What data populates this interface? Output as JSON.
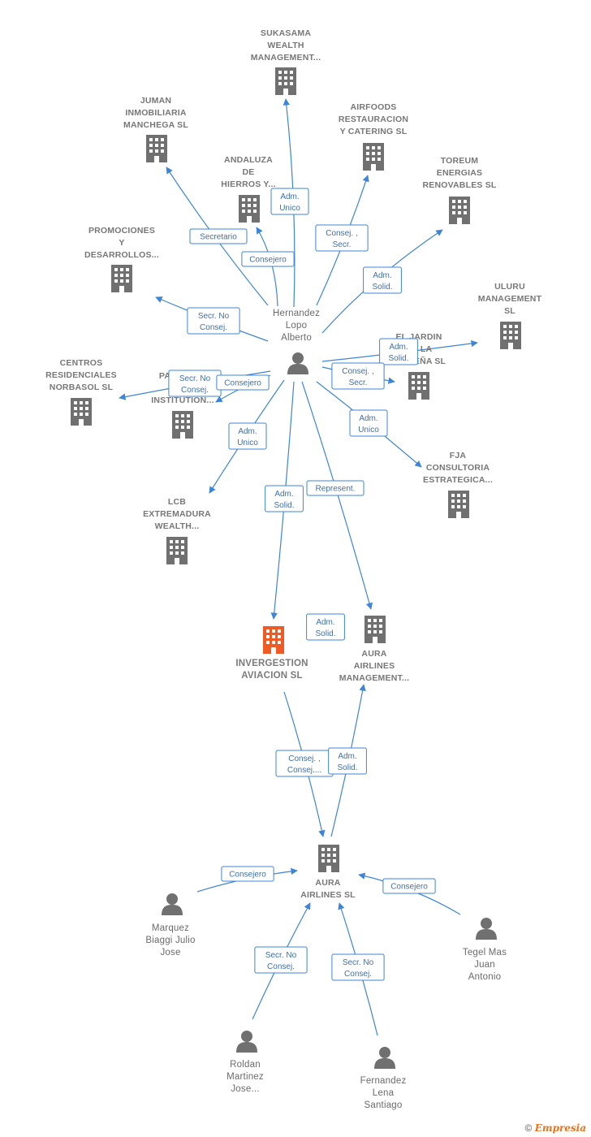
{
  "colors": {
    "edge": "#3d85d6",
    "company_icon": "#707070",
    "main_company_icon": "#f05a24",
    "person_icon": "#707070"
  },
  "nodes": [
    {
      "id": "sukasama",
      "type": "company",
      "lines": [
        "SUKASAMA",
        "WEALTH",
        "MANAGEMENT..."
      ]
    },
    {
      "id": "juman",
      "type": "company",
      "lines": [
        "JUMAN",
        "INMOBILIARIA",
        "MANCHEGA SL"
      ]
    },
    {
      "id": "airfoods",
      "type": "company",
      "lines": [
        "AIRFOODS",
        "RESTAURACION",
        "Y CATERING SL"
      ]
    },
    {
      "id": "andaluza",
      "type": "company",
      "lines": [
        "ANDALUZA",
        "DE",
        "HIERROS Y..."
      ]
    },
    {
      "id": "toreum",
      "type": "company",
      "lines": [
        "TOREUM",
        "ENERGIAS",
        "RENOVABLES SL"
      ]
    },
    {
      "id": "promociones",
      "type": "company",
      "lines": [
        "PROMOCIONES",
        "Y",
        "DESARROLLOS..."
      ]
    },
    {
      "id": "uluru",
      "type": "company",
      "lines": [
        "ULURU",
        "MANAGEMENT",
        "SL"
      ]
    },
    {
      "id": "eljardin",
      "type": "company",
      "lines": [
        "EL JARDIN",
        "DE LA",
        "CIGÜEÑA SL"
      ]
    },
    {
      "id": "centros",
      "type": "company",
      "lines": [
        "CENTROS",
        "RESIDENCIALES",
        "NORBASOL SL"
      ]
    },
    {
      "id": "payments",
      "type": "company",
      "lines": [
        "PAYMENTS",
        "PARA",
        "INSTITUTION..."
      ]
    },
    {
      "id": "fja",
      "type": "company",
      "lines": [
        "FJA",
        "CONSULTORIA",
        "ESTRATEGICA..."
      ]
    },
    {
      "id": "lcb",
      "type": "company",
      "lines": [
        "LCB",
        "EXTREMADURA",
        "WEALTH..."
      ]
    },
    {
      "id": "invergestion",
      "type": "main",
      "lines": [
        "INVERGESTION",
        "AVIACION  SL"
      ]
    },
    {
      "id": "aura_mgmt",
      "type": "company",
      "lines": [
        "AURA",
        "AIRLINES",
        "MANAGEMENT..."
      ]
    },
    {
      "id": "aura_sl",
      "type": "company",
      "lines": [
        "AURA",
        "AIRLINES  SL"
      ]
    },
    {
      "id": "hernandez",
      "type": "person",
      "lines": [
        "Hernandez",
        "Lopo",
        "Alberto"
      ]
    },
    {
      "id": "marquez",
      "type": "person",
      "lines": [
        "Marquez",
        "Biaggi Julio",
        "Jose"
      ]
    },
    {
      "id": "tegel",
      "type": "person",
      "lines": [
        "Tegel Mas",
        "Juan",
        "Antonio"
      ]
    },
    {
      "id": "roldan",
      "type": "person",
      "lines": [
        "Roldan",
        "Martinez",
        "Jose..."
      ]
    },
    {
      "id": "fernandez",
      "type": "person",
      "lines": [
        "Fernandez",
        "Lena",
        "Santiago"
      ]
    }
  ],
  "edges": [
    {
      "from": "hernandez",
      "to": "sukasama",
      "label": [
        "Adm.",
        "Unico"
      ]
    },
    {
      "from": "hernandez",
      "to": "juman",
      "label": [
        "Secretario"
      ]
    },
    {
      "from": "hernandez",
      "to": "andaluza",
      "label": [
        "Consejero"
      ]
    },
    {
      "from": "hernandez",
      "to": "airfoods",
      "label": [
        "Consej. ,",
        "Secr."
      ]
    },
    {
      "from": "hernandez",
      "to": "toreum",
      "label": [
        "Adm.",
        "Solid."
      ]
    },
    {
      "from": "hernandez",
      "to": "promociones",
      "label": [
        "Secr.  No",
        "Consej."
      ]
    },
    {
      "from": "hernandez",
      "to": "uluru",
      "label": [
        "Adm.",
        "Solid."
      ]
    },
    {
      "from": "hernandez",
      "to": "eljardin",
      "label": [
        "Consej. ,",
        "Secr."
      ]
    },
    {
      "from": "hernandez",
      "to": "centros",
      "label": [
        "Secr.  No",
        "Consej."
      ]
    },
    {
      "from": "hernandez",
      "to": "payments",
      "label": [
        "Consejero"
      ]
    },
    {
      "from": "hernandez",
      "to": "fja",
      "label": [
        "Adm.",
        "Unico"
      ]
    },
    {
      "from": "hernandez",
      "to": "lcb",
      "label": [
        "Adm.",
        "Unico"
      ]
    },
    {
      "from": "hernandez",
      "to": "invergestion",
      "label": [
        "Adm.",
        "Solid."
      ]
    },
    {
      "from": "hernandez",
      "to": "aura_mgmt",
      "label": [
        "Represent."
      ]
    },
    {
      "from": "invergestion",
      "to": "aura_mgmt",
      "label": [
        "Adm.",
        "Solid."
      ]
    },
    {
      "from": "invergestion",
      "to": "aura_sl",
      "label": [
        "Consej. ,",
        "Consej...."
      ]
    },
    {
      "from": "aura_sl",
      "to": "aura_mgmt",
      "label": [
        "Adm.",
        "Solid."
      ]
    },
    {
      "from": "marquez",
      "to": "aura_sl",
      "label": [
        "Consejero"
      ]
    },
    {
      "from": "tegel",
      "to": "aura_sl",
      "label": [
        "Consejero"
      ]
    },
    {
      "from": "roldan",
      "to": "aura_sl",
      "label": [
        "Secr.  No",
        "Consej."
      ]
    },
    {
      "from": "fernandez",
      "to": "aura_sl",
      "label": [
        "Secr.  No",
        "Consej."
      ]
    }
  ],
  "footer": {
    "copyright": "©",
    "brand": "Empresia"
  }
}
